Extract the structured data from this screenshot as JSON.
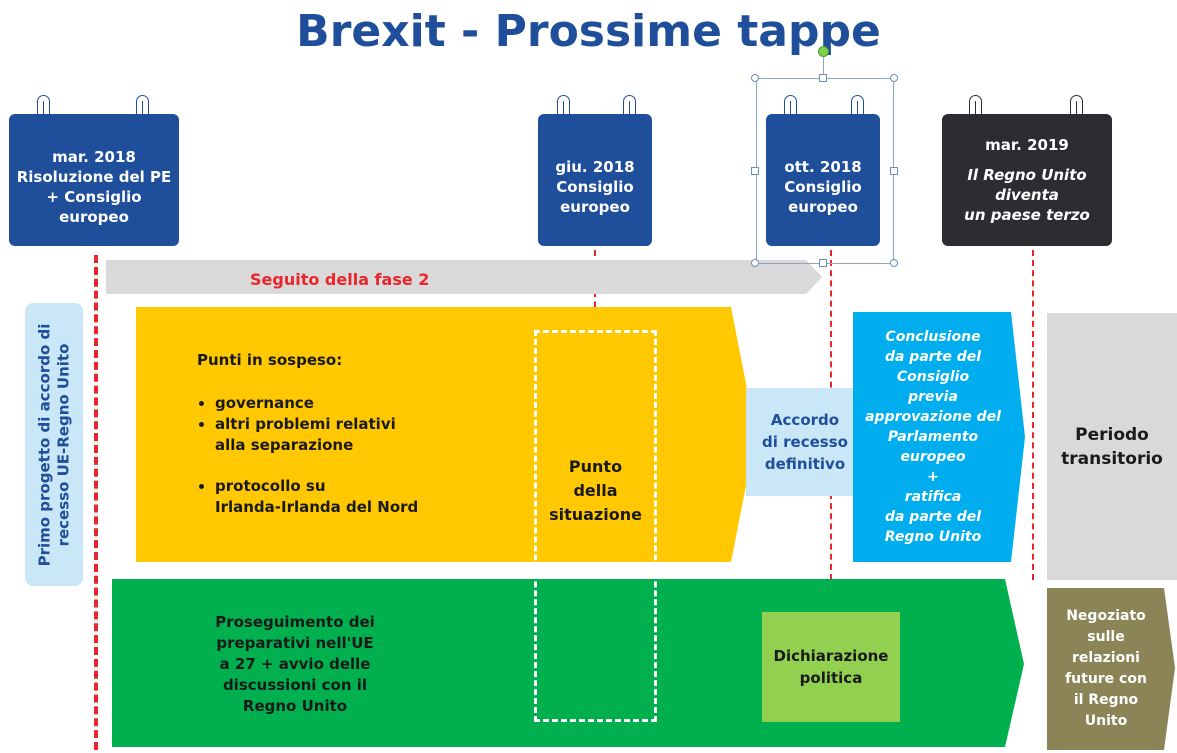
{
  "title": "Brexit - Prossime tappe",
  "calendars": {
    "mar2018": {
      "line1": "mar. 2018",
      "line2": "Risoluzione del PE",
      "line3": "+ Consiglio",
      "line4": "europeo"
    },
    "giu2018": {
      "line1": "giu. 2018",
      "line2": "Consiglio",
      "line3": "europeo"
    },
    "ott2018": {
      "line1": "ott. 2018",
      "line2": "Consiglio",
      "line3": "europeo"
    },
    "mar2019": {
      "line1": "mar. 2019",
      "line2": "Il Regno Unito",
      "line3": "diventa",
      "line4": "un paese terzo"
    }
  },
  "phase2_label": "Seguito della fase 2",
  "vertical_label": {
    "line1": "Primo progetto di accordo di",
    "line2": "recesso UE-Regno Unito"
  },
  "yellow": {
    "heading": "Punti in sospeso:",
    "bullet1": "governance",
    "bullet2a": "altri problemi relativi",
    "bullet2b": "alla separazione",
    "bullet3a": "protocollo su",
    "bullet3b": "Irlanda-Irlanda del Nord"
  },
  "punto": {
    "line1": "Punto",
    "line2": "della",
    "line3": "situazione"
  },
  "accordo": {
    "line1": "Accordo",
    "line2": "di recesso",
    "line3": "definitivo"
  },
  "conclusione": {
    "l1": "Conclusione",
    "l2": "da parte del",
    "l3": "Consiglio",
    "l4": "previa",
    "l5": "approvazione del",
    "l6": "Parlamento",
    "l7": "europeo",
    "l8": "+",
    "l9": "ratifica",
    "l10": "da parte del",
    "l11": "Regno Unito"
  },
  "periodo": {
    "line1": "Periodo",
    "line2": "transitorio"
  },
  "green": {
    "l1": "Proseguimento dei",
    "l2": "preparativi nell'UE",
    "l3": "a 27 + avvio delle",
    "l4": "discussioni con il",
    "l5": "Regno Unito"
  },
  "dichiarazione": {
    "line1": "Dichiarazione",
    "line2": "politica"
  },
  "negoziato": {
    "l1": "Negoziato",
    "l2": "sulle",
    "l3": "relazioni",
    "l4": "future con",
    "l5": "il Regno",
    "l6": "Unito"
  },
  "colors": {
    "calendar_blue": "#1F4E9A",
    "calendar_dark": "#2B2D31",
    "yellow": "#FFC800",
    "green": "#00B04F",
    "light_green": "#92D050",
    "cyan": "#00AEEF",
    "light_blue": "#C9E7F7",
    "grey": "#D9D9D9",
    "olive": "#8B8456",
    "red": "#E8262B"
  }
}
